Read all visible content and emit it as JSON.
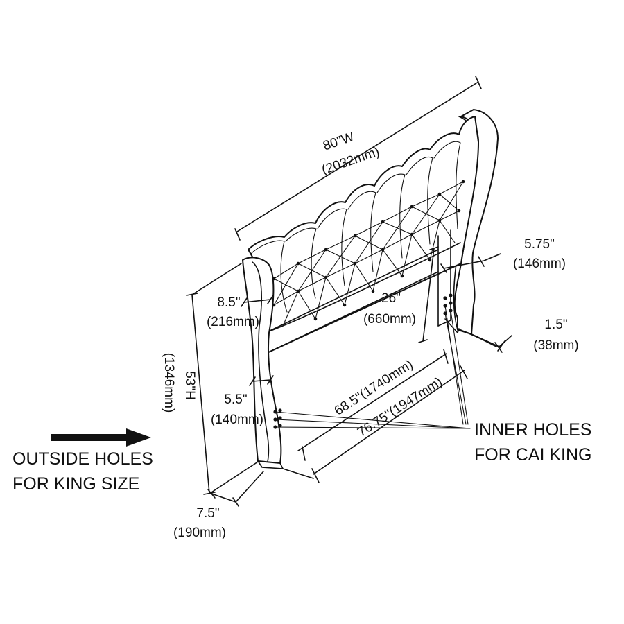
{
  "dimensions": {
    "width": {
      "imperial": "80\"W",
      "metric": "(2032mm)"
    },
    "height": {
      "imperial": "53\"H",
      "metric": "(1346mm)"
    },
    "headboard_top": {
      "imperial": "8.5\"",
      "metric": "(216mm)"
    },
    "side_post": {
      "imperial": "5.5\"",
      "metric": "(140mm)"
    },
    "base_depth": {
      "imperial": "7.5\"",
      "metric": "(190mm)"
    },
    "rail_height": {
      "imperial": "26\"",
      "metric": "(660mm)"
    },
    "wing_depth": {
      "imperial": "5.75\"",
      "metric": "(146mm)"
    },
    "post_thickness": {
      "imperial": "1.5\"",
      "metric": "(38mm)"
    },
    "inner_span": {
      "imperial": "68.5\"",
      "metric": "(1740mm)"
    },
    "outer_span": {
      "imperial": "76.75\"",
      "metric": "(1947mm)"
    }
  },
  "labels": {
    "outside_holes_line1": "OUTSIDE HOLES",
    "outside_holes_line2": "FOR KING SIZE",
    "inner_holes_line1": "INNER HOLES",
    "inner_holes_line2": "FOR CAI KING"
  },
  "icons": {
    "arrow": "arrow-right-icon"
  }
}
